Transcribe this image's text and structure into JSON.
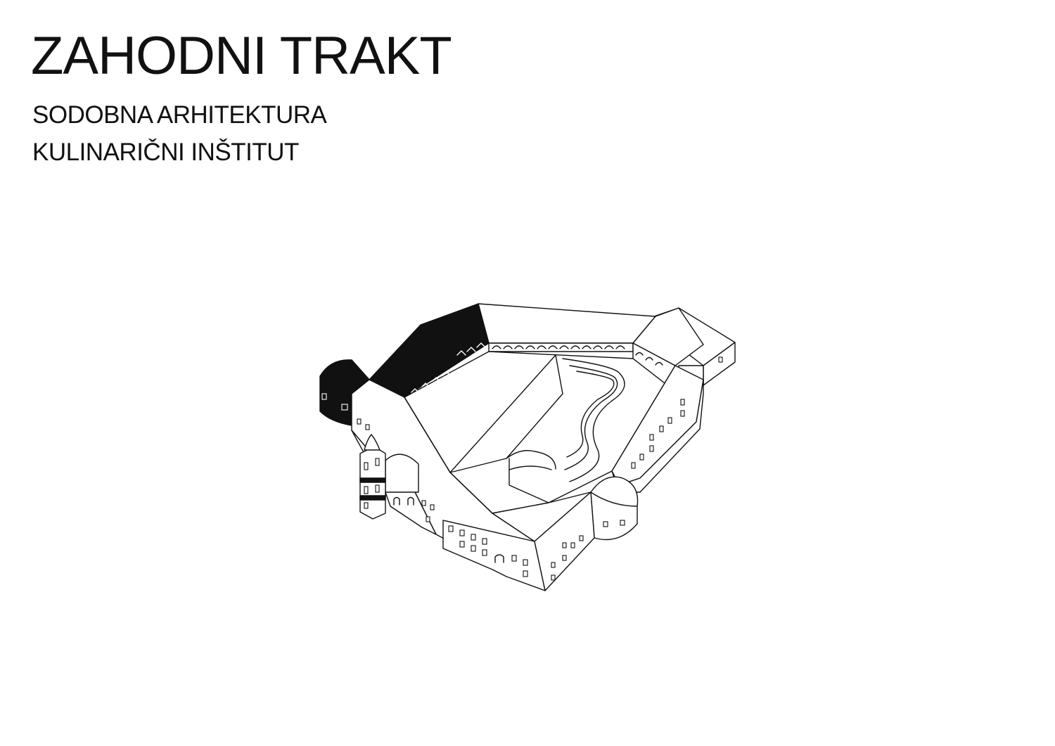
{
  "header": {
    "title": "ZAHODNI TRAKT",
    "subtitle_1": "SODOBNA ARHITEKTURA",
    "subtitle_2": "KULINARIČNI INŠTITUT"
  },
  "drawing": {
    "highlight_color": "#111111",
    "line_color": "#111111",
    "background_color": "#ffffff"
  }
}
